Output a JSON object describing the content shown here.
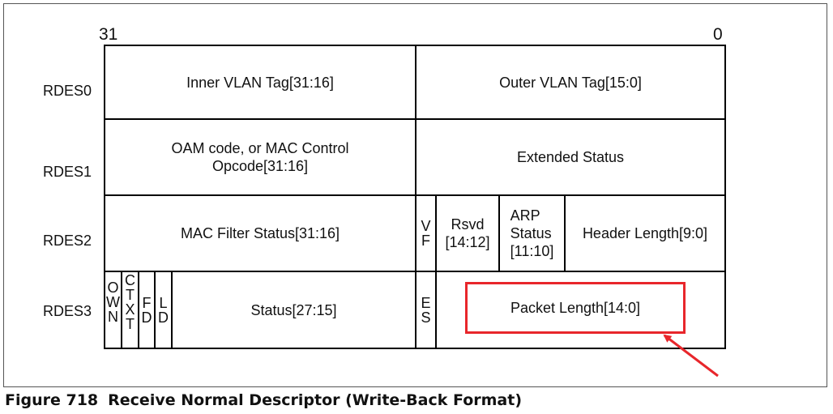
{
  "bits": {
    "high": "31",
    "low": "0"
  },
  "rows": [
    "RDES0",
    "RDES1",
    "RDES2",
    "RDES3"
  ],
  "rdes0": {
    "inner_vlan": "Inner VLAN Tag[31:16]",
    "outer_vlan": "Outer VLAN Tag[15:0]"
  },
  "rdes1": {
    "oam_line1": "OAM code, or MAC Control",
    "oam_line2": "Opcode[31:16]",
    "ext_status": "Extended Status"
  },
  "rdes2": {
    "mac_filter": "MAC Filter Status[31:16]",
    "vf": [
      "V",
      "F"
    ],
    "rsvd_line1": "Rsvd",
    "rsvd_line2": "[14:12]",
    "arp_line1": "ARP",
    "arp_line2": "Status",
    "arp_line3": "[11:10]",
    "header_length": "Header Length[9:0]"
  },
  "rdes3": {
    "own": [
      "O",
      "W",
      "N"
    ],
    "ctxt": [
      "C",
      "T",
      "X",
      "T"
    ],
    "fd": [
      "F",
      "D"
    ],
    "ld": [
      "L",
      "D"
    ],
    "status": "Status[27:15]",
    "es": [
      "E",
      "S"
    ],
    "packet_length": "Packet Length[14:0]"
  },
  "highlight_color": "#e8262b",
  "caption": {
    "number": "Figure 718",
    "title": "Receive Normal Descriptor (Write-Back Format)"
  }
}
